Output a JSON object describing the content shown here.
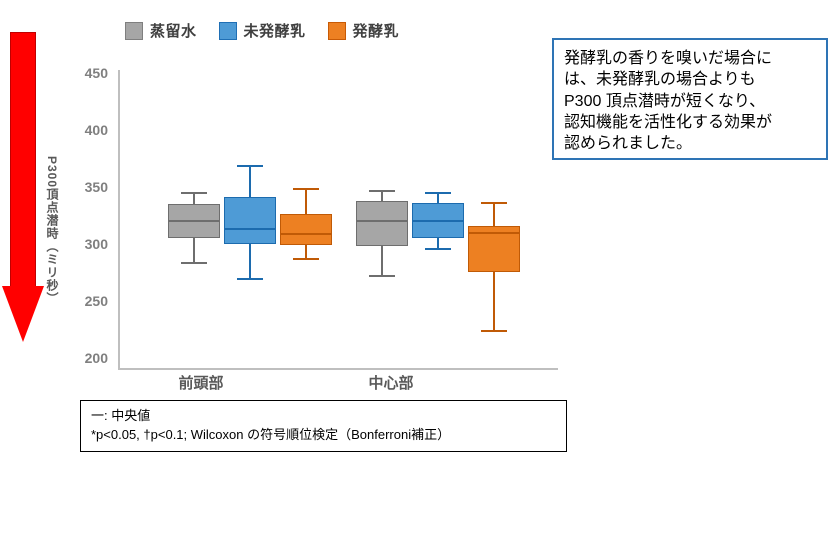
{
  "legend": {
    "items": [
      {
        "label": "蒸留水",
        "color": "#A6A6A6",
        "icon": "square-swatch-icon"
      },
      {
        "label": "未発酵乳",
        "color": "#4E9BD6",
        "icon": "square-swatch-icon"
      },
      {
        "label": "発酵乳",
        "color": "#ED8022",
        "icon": "square-swatch-icon"
      }
    ]
  },
  "arrow": {
    "name": "red-down-arrow",
    "color": "#FF0000"
  },
  "axis": {
    "y_title": "P300頂点潜時（ミリ秒）",
    "y_ticks": [
      "450",
      "400",
      "350",
      "300",
      "250",
      "200"
    ],
    "x_ticks": [
      "前頭部",
      "中心部"
    ]
  },
  "footnote": {
    "line1": "一: 中央値",
    "line2": "*p<0.05, †p<0.1; Wilcoxon の符号順位検定（Bonferroni補正）"
  },
  "callout": {
    "lines": [
      "発酵乳の香りを嗅いだ場合に",
      "は、未発酵乳の場合よりも",
      "P300 頂点潜時が短くなり、",
      "認知機能を活性化する効果が",
      "認められました。"
    ],
    "border_color": "#2E74B5"
  },
  "chart_data": {
    "type": "box",
    "title": "",
    "xlabel": "",
    "ylabel": "P300頂点潜時（ミリ秒）",
    "ylim": [
      200,
      450
    ],
    "ytick_step": 50,
    "grid": false,
    "legend_position": "top",
    "categories": [
      "前頭部",
      "中心部"
    ],
    "series": [
      {
        "name": "蒸留水",
        "color": "#A6A6A6",
        "boxes": [
          {
            "category": "前頭部",
            "whisker_low": 290,
            "q1": 310,
            "median": 325,
            "q3": 338,
            "whisker_high": 348
          },
          {
            "category": "中心部",
            "whisker_low": 279,
            "q1": 303,
            "median": 325,
            "q3": 341,
            "whisker_high": 350
          }
        ]
      },
      {
        "name": "未発酵乳",
        "color": "#4E9BD6",
        "boxes": [
          {
            "category": "前頭部",
            "whisker_low": 277,
            "q1": 305,
            "median": 318,
            "q3": 344,
            "whisker_high": 371
          },
          {
            "category": "中心部",
            "whisker_low": 302,
            "q1": 310,
            "median": 325,
            "q3": 339,
            "whisker_high": 348
          }
        ]
      },
      {
        "name": "発酵乳",
        "color": "#ED8022",
        "boxes": [
          {
            "category": "前頭部",
            "whisker_low": 293,
            "q1": 304,
            "median": 314,
            "q3": 330,
            "whisker_high": 352
          },
          {
            "category": "中心部",
            "whisker_low": 233,
            "q1": 282,
            "median": 315,
            "q3": 320,
            "whisker_high": 340
          }
        ]
      }
    ]
  }
}
